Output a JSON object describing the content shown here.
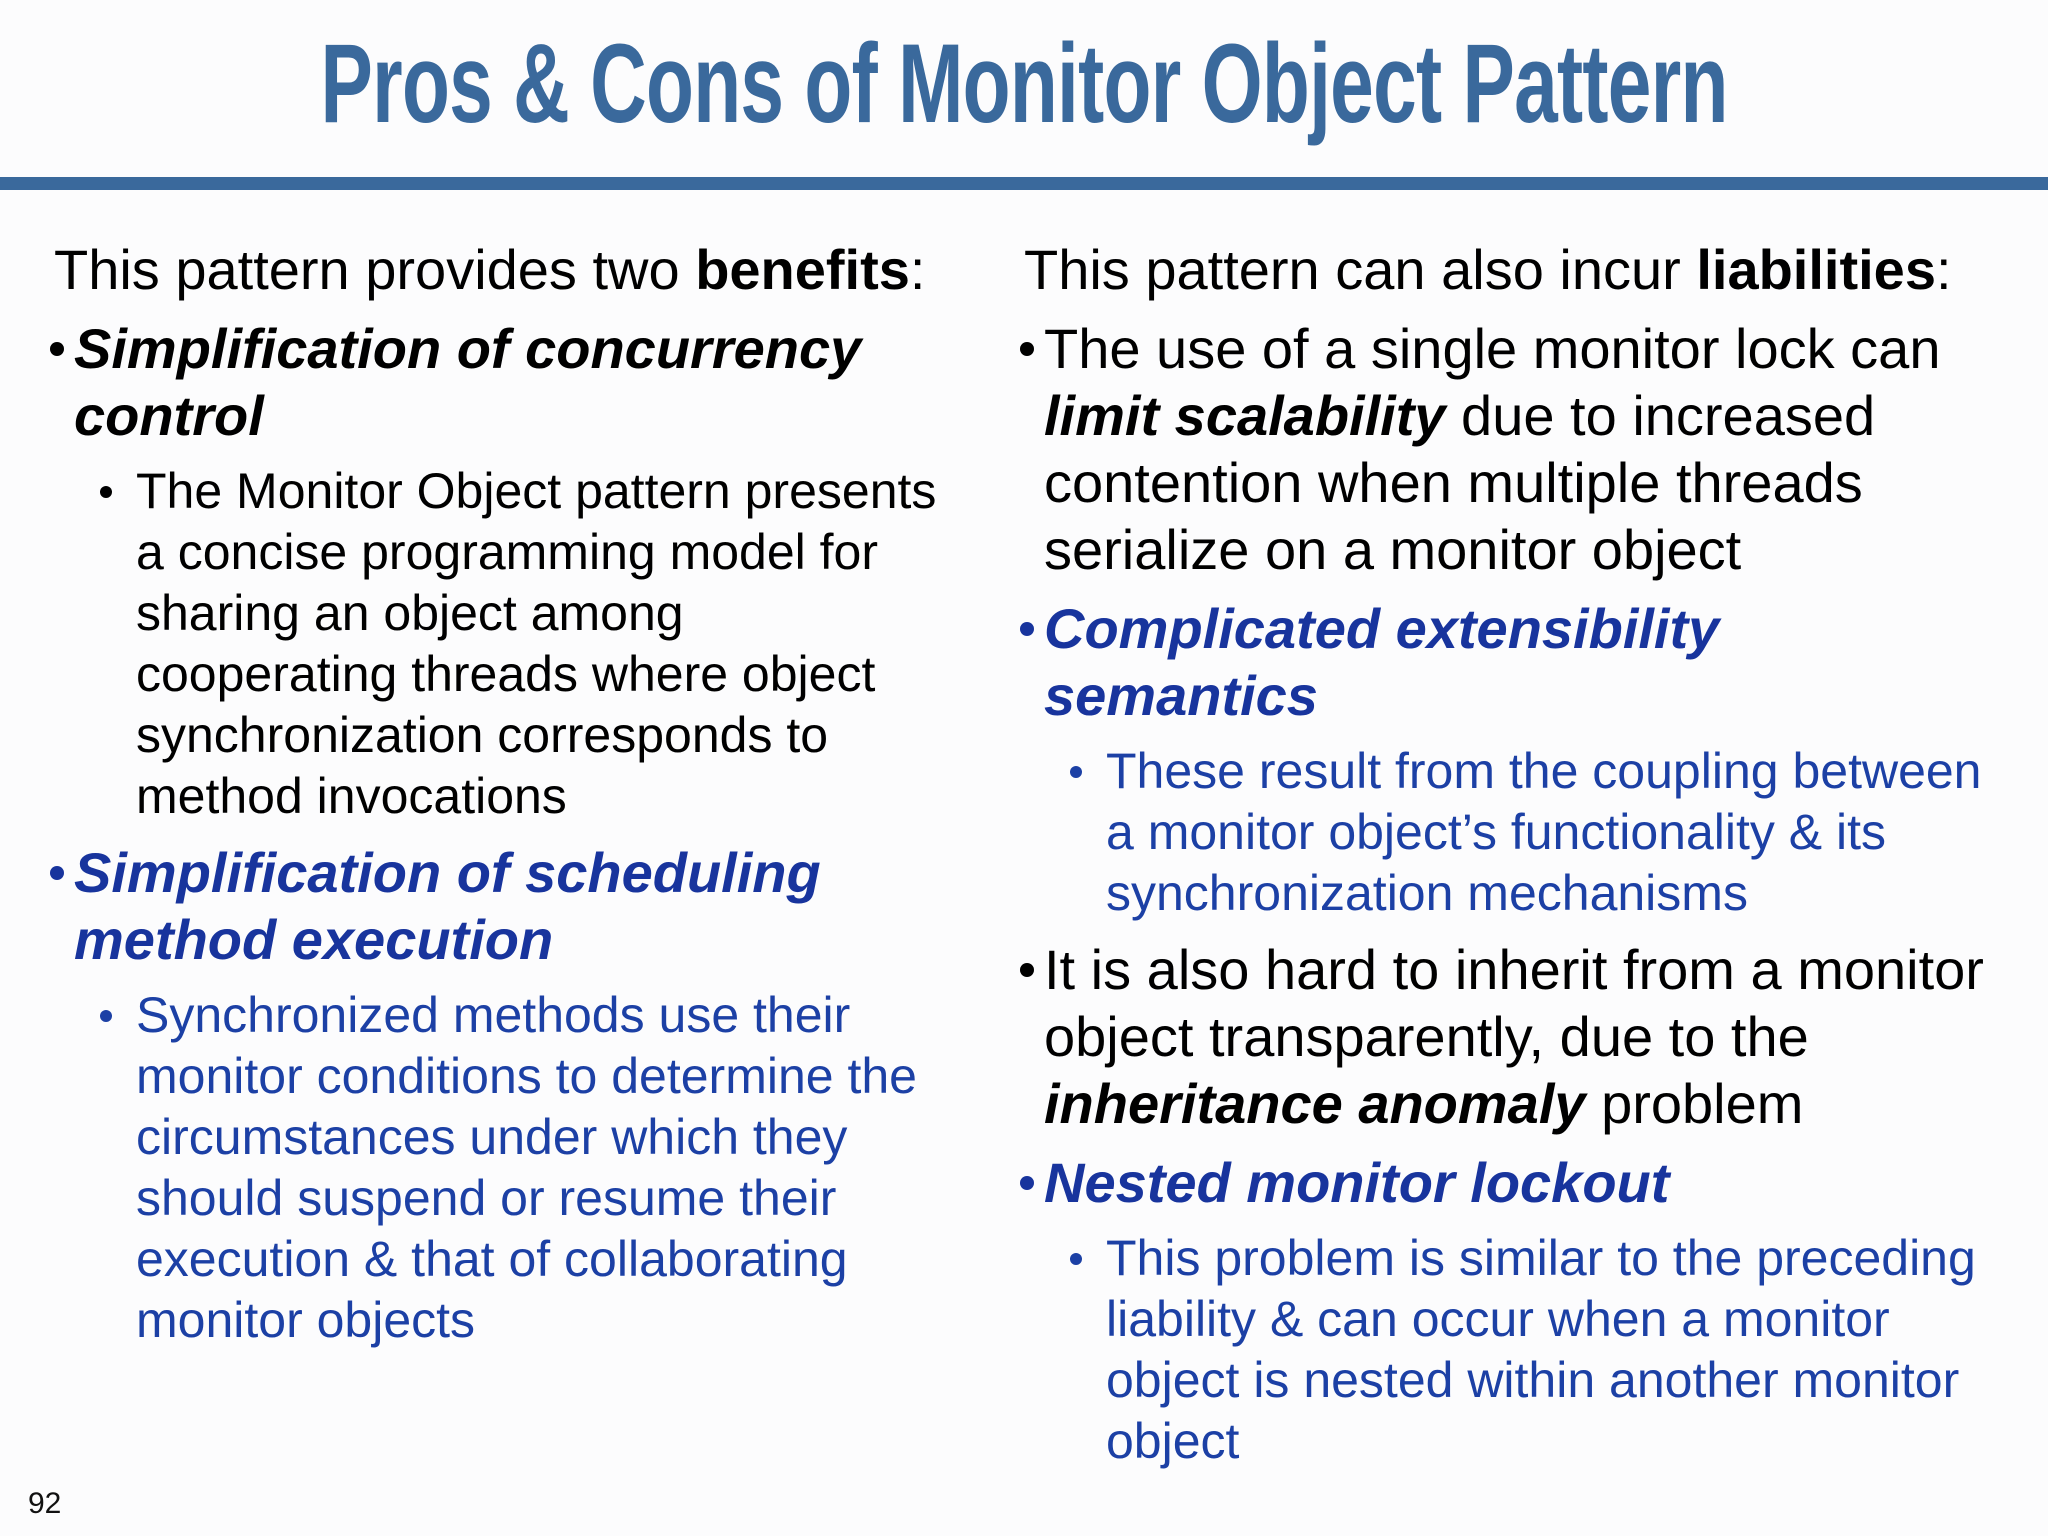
{
  "slide": {
    "title": "Pros & Cons of Monitor Object Pattern",
    "page_number": "92",
    "colors": {
      "title": "#3A699C",
      "rule": "#3A699C",
      "black": "#000000",
      "navy_heading": "#18349D",
      "navy_body": "#1C40A5",
      "background": "#FCFCFD"
    },
    "columns": {
      "left": [
        {
          "level": 0,
          "color": "black",
          "segments": [
            {
              "text": "This pattern provides two "
            },
            {
              "text": "benefits",
              "bold": true
            },
            {
              "text": ":"
            }
          ]
        },
        {
          "level": 1,
          "color": "black",
          "bold": true,
          "italic": true,
          "segments": [
            {
              "text": "Simplification of concurrency\ncontrol"
            }
          ]
        },
        {
          "level": 2,
          "color": "black",
          "segments": [
            {
              "text": "The Monitor Object pattern presents\na concise programming model for\nsharing an object among\ncooperating threads where object\nsynchronization corresponds to\nmethod invocations"
            }
          ]
        },
        {
          "level": 1,
          "color": "navy",
          "bold": true,
          "italic": true,
          "segments": [
            {
              "text": "Simplification of scheduling\nmethod execution"
            }
          ]
        },
        {
          "level": 2,
          "color": "navy2",
          "segments": [
            {
              "text": "Synchronized methods use their\nmonitor conditions to determine the\ncircumstances under which they\nshould suspend or resume their\nexecution & that of collaborating\nmonitor objects"
            }
          ]
        }
      ],
      "right": [
        {
          "level": 0,
          "color": "black",
          "segments": [
            {
              "text": "This pattern can also incur "
            },
            {
              "text": "liabilities",
              "bold": true
            },
            {
              "text": ":"
            }
          ]
        },
        {
          "level": 1,
          "color": "black",
          "segments": [
            {
              "text": "The use of a single monitor lock can\n"
            },
            {
              "text": "limit scalability",
              "bold": true,
              "italic": true
            },
            {
              "text": " due to increased\ncontention when multiple threads\nserialize on a monitor object"
            }
          ]
        },
        {
          "level": 1,
          "color": "navy",
          "bold": true,
          "italic": true,
          "segments": [
            {
              "text": "Complicated extensibility\nsemantics"
            }
          ]
        },
        {
          "level": 2,
          "color": "navy2",
          "segments": [
            {
              "text": "These result from the coupling between\na monitor object’s functionality & its\nsynchronization mechanisms"
            }
          ]
        },
        {
          "level": 1,
          "color": "black",
          "segments": [
            {
              "text": "It is also hard to inherit from a monitor\nobject transparently, due to the\n"
            },
            {
              "text": "inheritance anomaly",
              "bold": true,
              "italic": true
            },
            {
              "text": " problem"
            }
          ]
        },
        {
          "level": 1,
          "color": "navy",
          "bold": true,
          "italic": true,
          "segments": [
            {
              "text": "Nested monitor lockout"
            }
          ]
        },
        {
          "level": 2,
          "color": "navy2",
          "segments": [
            {
              "text": "This problem is similar to the preceding\nliability & can occur when a monitor\nobject is nested within another monitor\nobject"
            }
          ]
        }
      ]
    }
  }
}
